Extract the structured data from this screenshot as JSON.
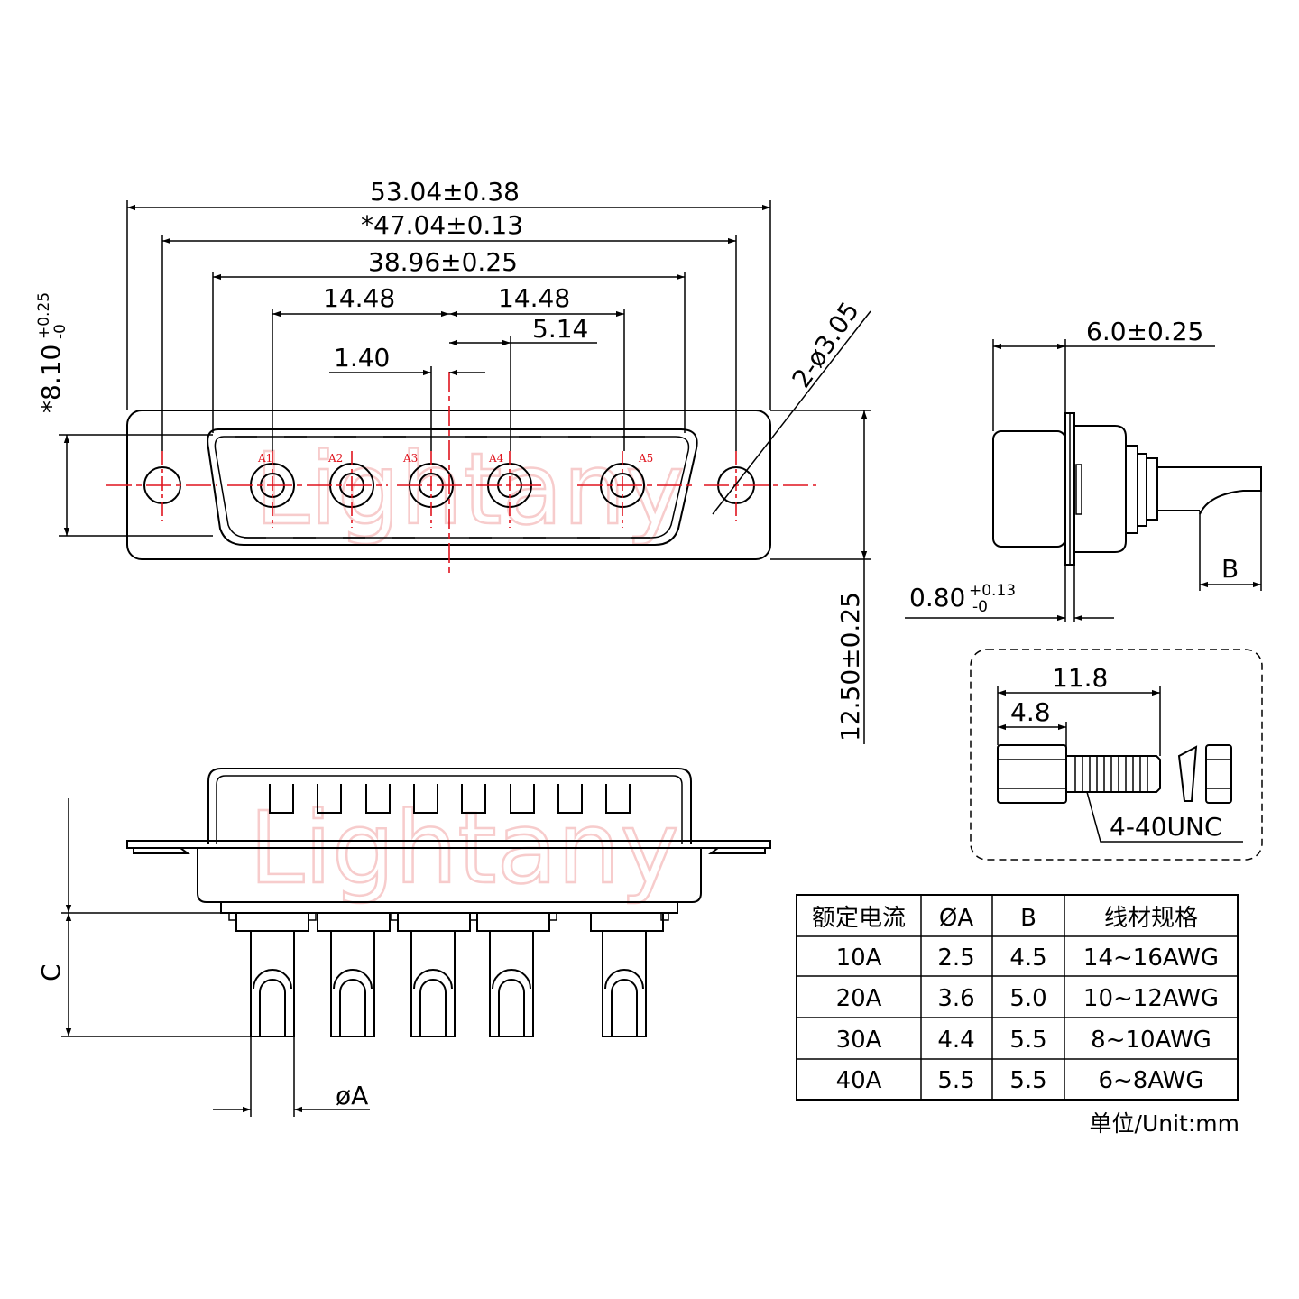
{
  "watermark": "Lightany",
  "top_view": {
    "dims": {
      "overall": "53.04±0.38",
      "mount": "*47.04±0.13",
      "shell": "38.96±0.25",
      "left_pitch": "14.48",
      "right_pitch": "14.48",
      "offset": "5.14",
      "small": "1.40",
      "holes": "2-ø3.05",
      "height_main": "*8.10",
      "height_main_sup": "+0.25",
      "height_main_sub": "-0",
      "height_flange": "12.50±0.25"
    },
    "pins": [
      "A1",
      "A2",
      "A3",
      "A4",
      "A5"
    ]
  },
  "side_view": {
    "depth": "6.0±0.25",
    "flange_thickness": "0.80",
    "flange_thickness_sup": "+0.13",
    "flange_thickness_sub": "-0",
    "b_label": "B"
  },
  "screw_detail": {
    "length": "11.8",
    "hex_length": "4.8",
    "thread": "4-40UNC"
  },
  "front_view": {
    "c_label": "C",
    "diameter_label": "øA"
  },
  "spec_table": {
    "headers": [
      "额定电流",
      "ØA",
      "B",
      "线材规格"
    ],
    "rows": [
      [
        "10A",
        "2.5",
        "4.5",
        "14~16AWG"
      ],
      [
        "20A",
        "3.6",
        "5.0",
        "10~12AWG"
      ],
      [
        "30A",
        "4.4",
        "5.5",
        "8~10AWG"
      ],
      [
        "40A",
        "5.5",
        "5.5",
        "6~8AWG"
      ]
    ],
    "unit": "单位/Unit:mm"
  }
}
